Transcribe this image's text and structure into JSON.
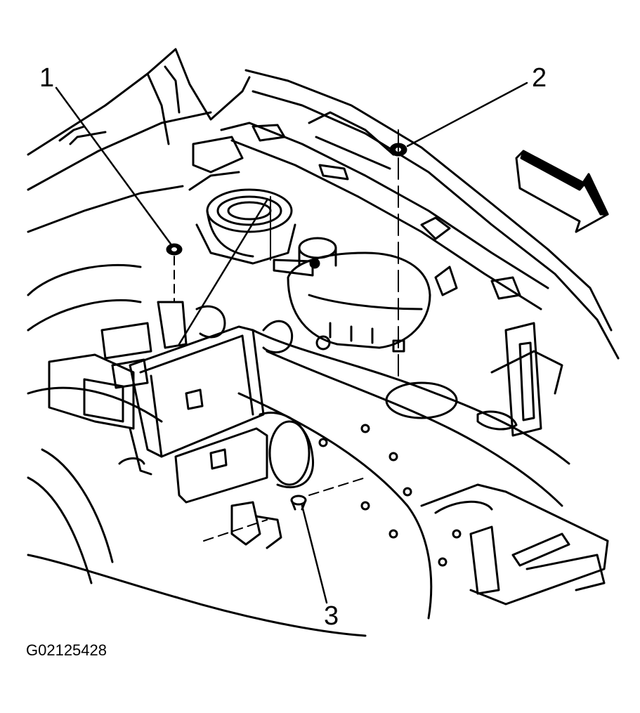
{
  "callouts": [
    {
      "id": "1",
      "label": "1"
    },
    {
      "id": "2",
      "label": "2"
    },
    {
      "id": "3",
      "label": "3"
    }
  ],
  "figure_id": "G02125428",
  "colors": {
    "ink": "#000000",
    "paper": "#ffffff"
  },
  "icons": [
    "direction-arrow-icon"
  ]
}
